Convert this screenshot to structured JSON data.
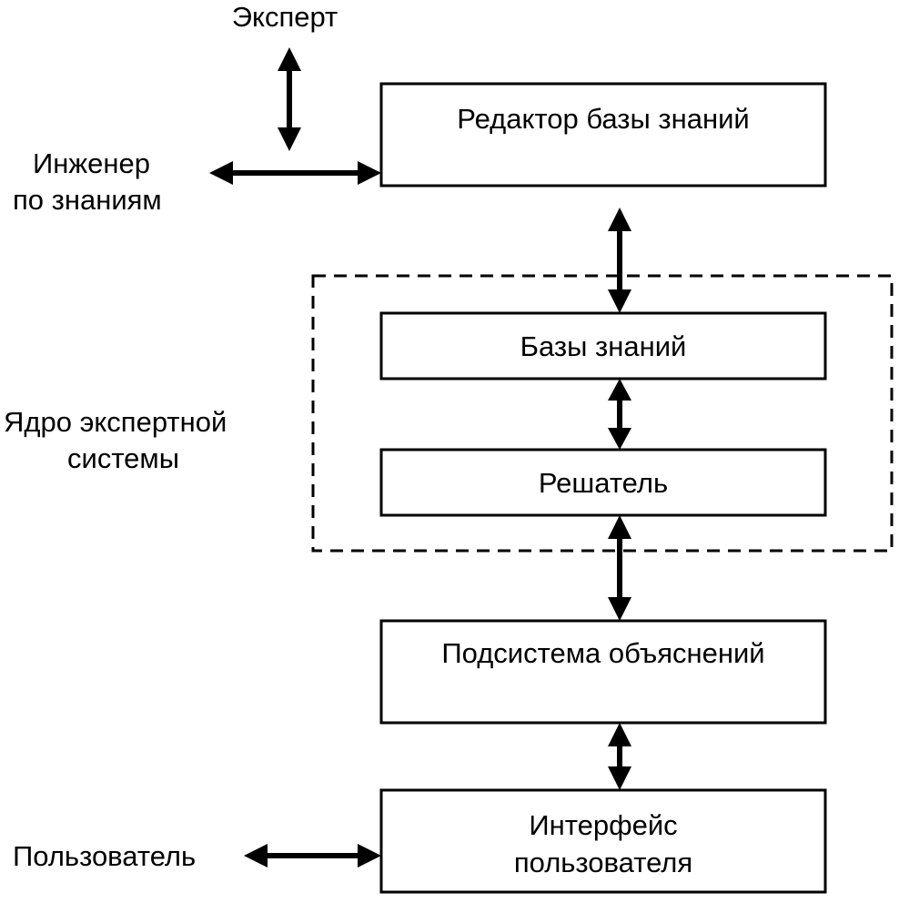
{
  "actors": {
    "expert": "Эксперт",
    "knowledge_engineer_line1": "Инженер",
    "knowledge_engineer_line2": "по знаниям",
    "user": "Пользователь"
  },
  "core": {
    "label_line1": "Ядро экспертной",
    "label_line2": "системы"
  },
  "blocks": {
    "kb_editor": "Редактор базы знаний",
    "knowledge_bases": "Базы знаний",
    "solver": "Решатель",
    "explanation_subsystem": "Подсистема объяснений",
    "user_interface_line1": "Интерфейс",
    "user_interface_line2": "пользователя"
  },
  "colors": {
    "stroke": "#000000",
    "background": "#ffffff"
  }
}
